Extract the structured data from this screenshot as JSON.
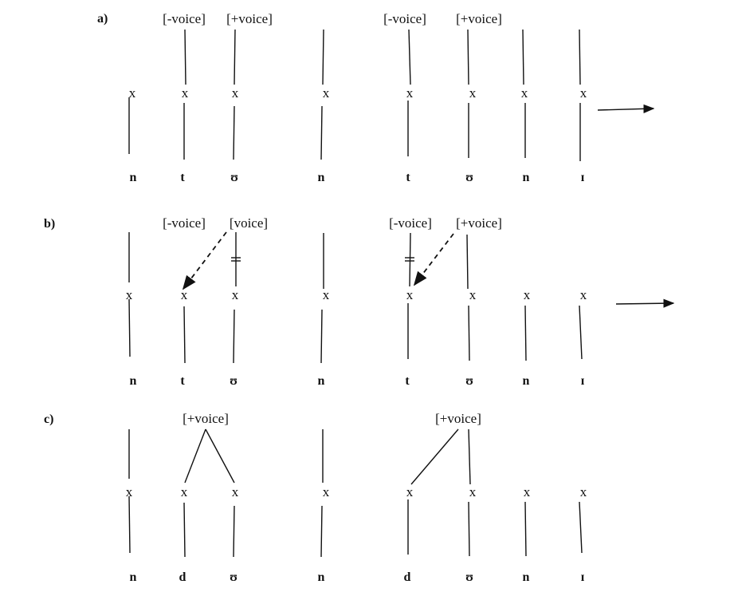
{
  "panels": {
    "a": {
      "label": "a)",
      "features": [
        "[-voice]",
        "[+voice]",
        "[-voice]",
        "[+voice]"
      ],
      "timing": [
        "x",
        "x",
        "x",
        "x",
        "x",
        "x",
        "x",
        "x"
      ],
      "segments": [
        "n",
        "t",
        "ʊ",
        "n",
        "t",
        "ʊ",
        "n",
        "ɪ"
      ]
    },
    "b": {
      "label": "b)",
      "features": [
        "[-voice]",
        "[voice]",
        "[-voice]",
        "[+voice]"
      ],
      "timing": [
        "x",
        "x",
        "x",
        "x",
        "x",
        "x",
        "x",
        "x"
      ],
      "segments": [
        "n",
        "t",
        "ʊ",
        "n",
        "t",
        "ʊ",
        "n",
        "ɪ"
      ]
    },
    "c": {
      "label": "c)",
      "features": [
        "[+voice]",
        "[+voice]"
      ],
      "timing": [
        "x",
        "x",
        "x",
        "x",
        "x",
        "x",
        "x",
        "x"
      ],
      "segments": [
        "n",
        "d",
        "ʊ",
        "n",
        "d",
        "ʊ",
        "n",
        "ɪ"
      ]
    }
  }
}
